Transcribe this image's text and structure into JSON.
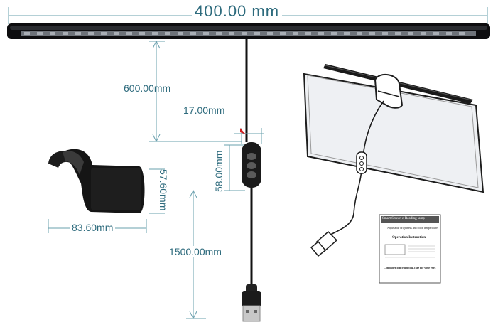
{
  "dimensions": {
    "bar_length": "400.00 mm",
    "arm_height": "600.00mm",
    "cable_width": "17.00mm",
    "controller_length": "58.00mm",
    "clip_height": "57.60mm",
    "clip_width": "83.60mm",
    "cable_length": "1500.00mm"
  },
  "manual": {
    "title": "Smart Screen e-Reading lamp",
    "subtitle": "Adjustable brightness and color temperature",
    "section": "Operation Instruction",
    "footer": "Computer office lighting,care for your eyes"
  },
  "colors": {
    "dimension_text": "#2e6b7d",
    "dimension_line": "#6aa0ae",
    "lamp_body": "#111111",
    "led_strip": "#7a7f86"
  }
}
